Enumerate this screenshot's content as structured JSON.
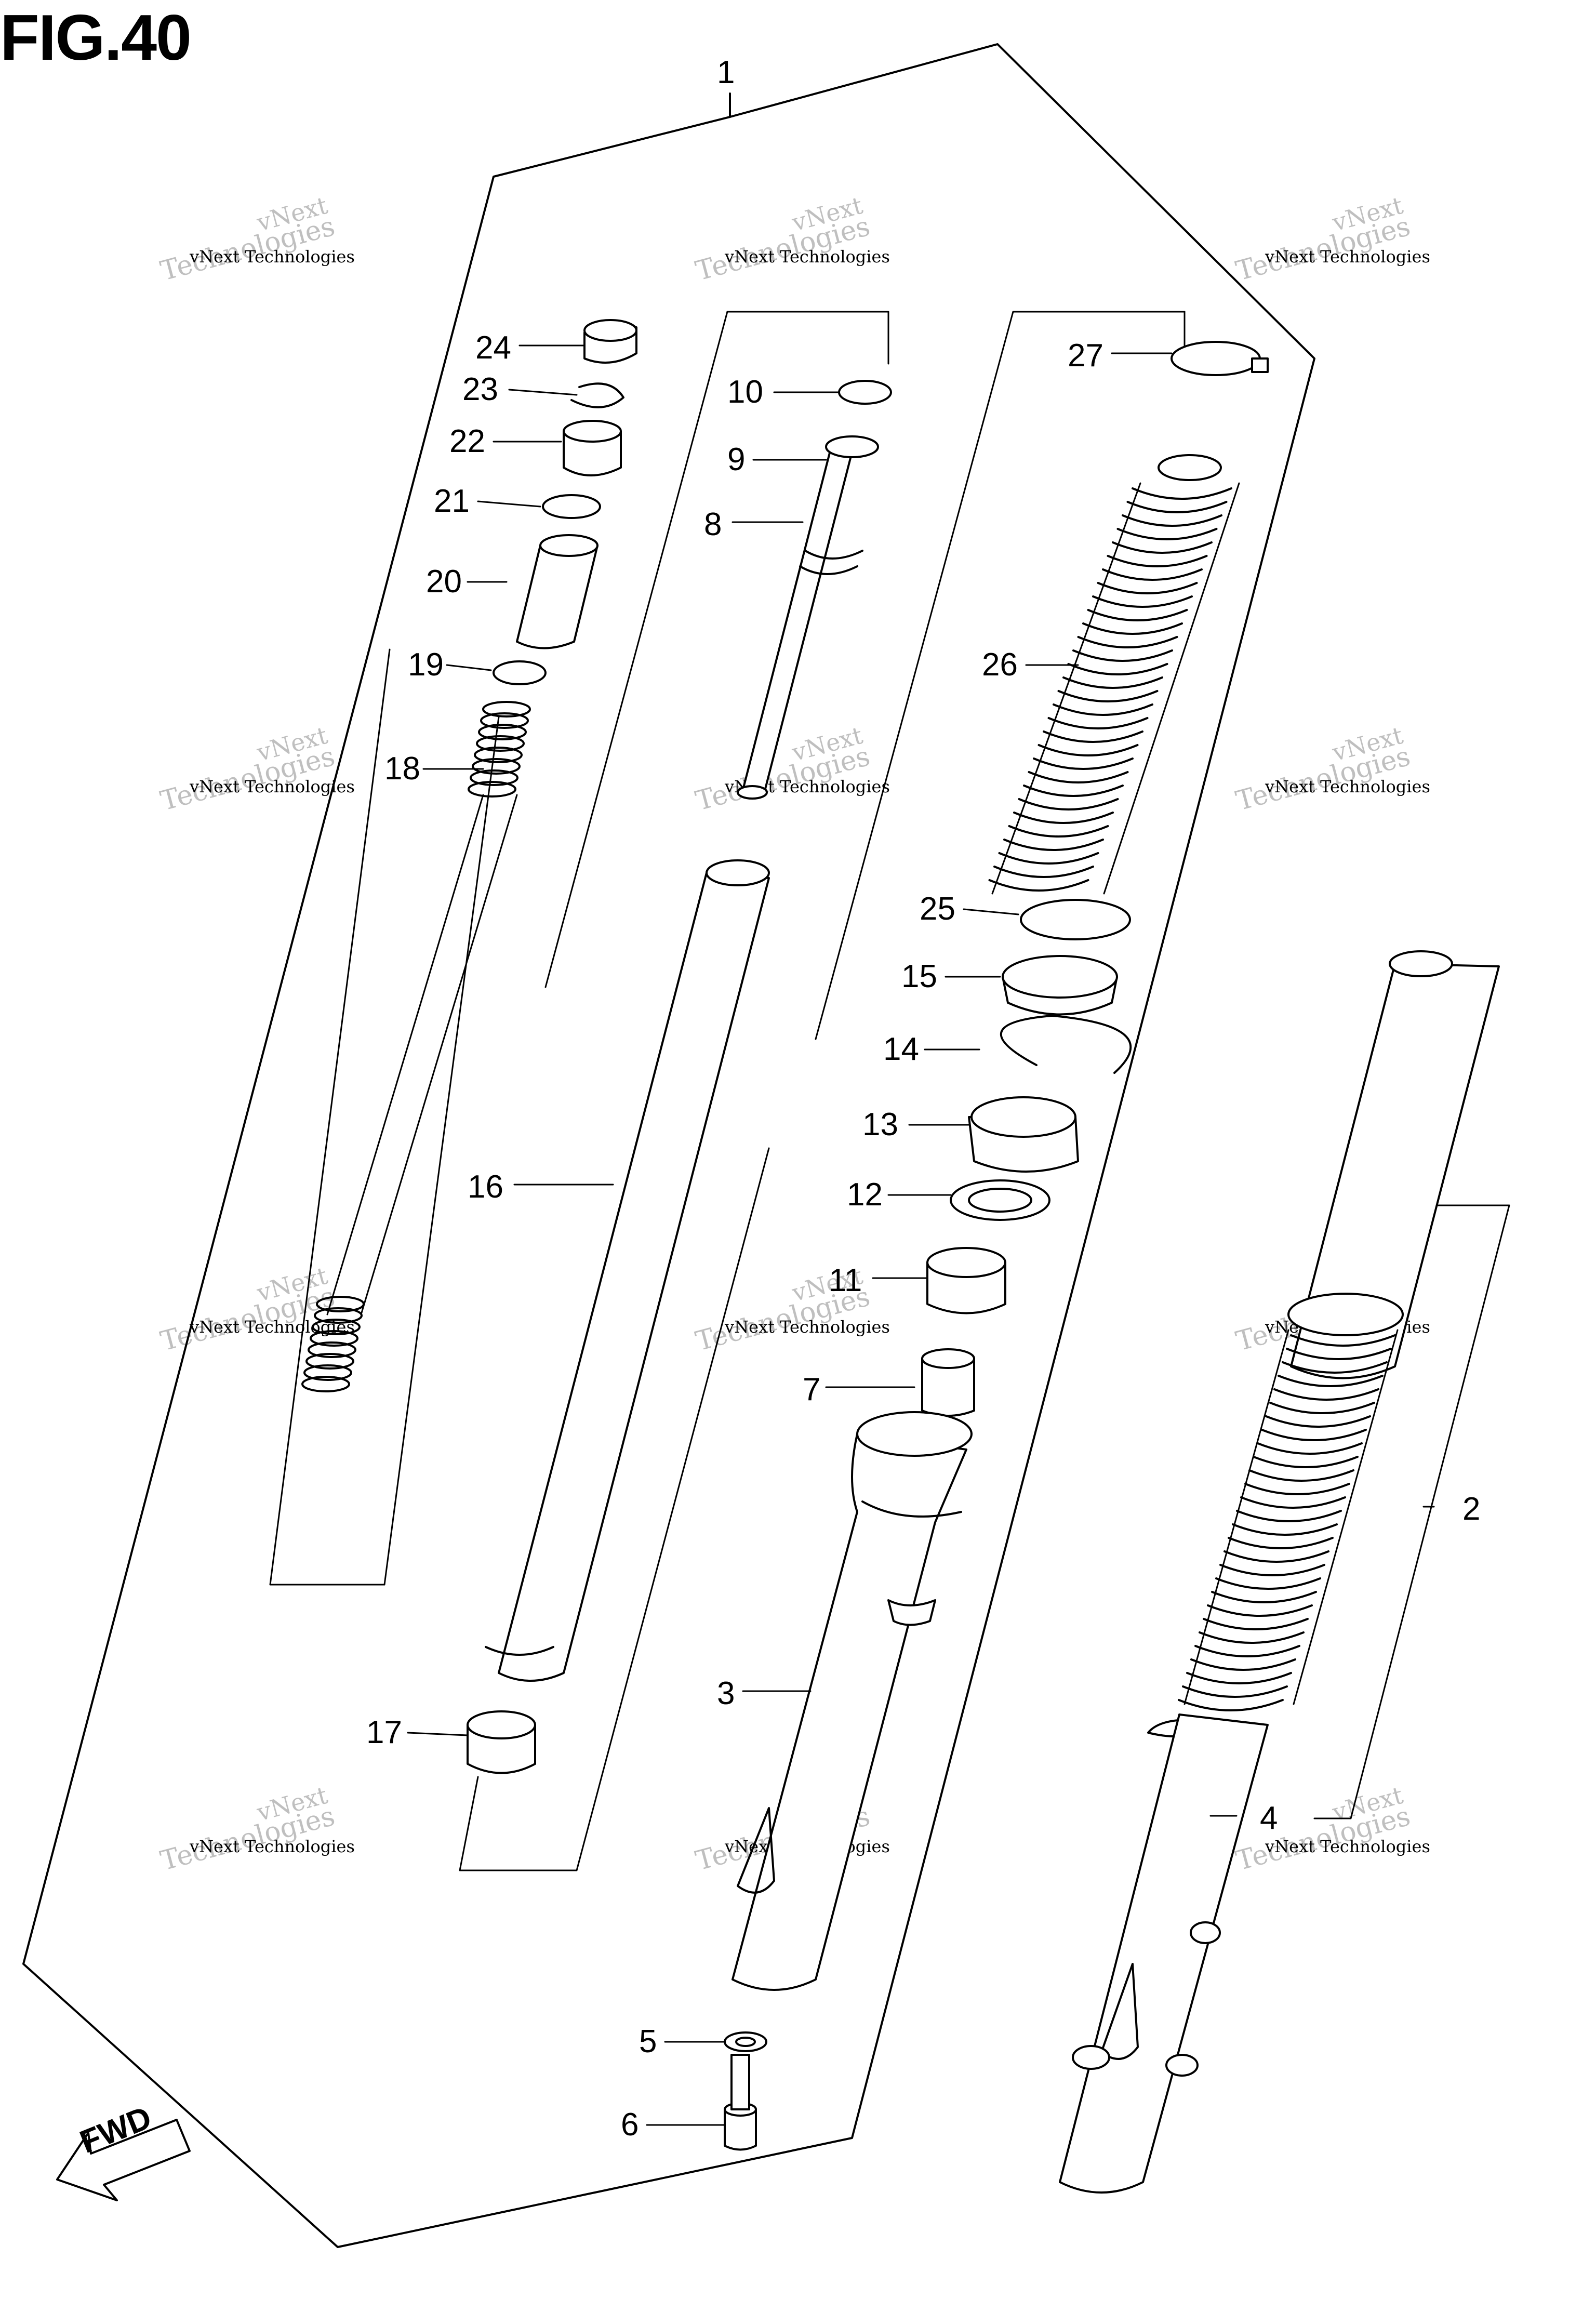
{
  "figure": {
    "title": "FIG.40",
    "direction_label": "FWD",
    "watermark": {
      "line1": "vNext",
      "line2": "Technologies",
      "line3": "vNext Technologies"
    }
  },
  "callouts": [
    {
      "id": "1",
      "label": "1"
    },
    {
      "id": "2",
      "label": "2"
    },
    {
      "id": "3",
      "label": "3"
    },
    {
      "id": "4",
      "label": "4"
    },
    {
      "id": "5",
      "label": "5"
    },
    {
      "id": "6",
      "label": "6"
    },
    {
      "id": "7",
      "label": "7"
    },
    {
      "id": "8",
      "label": "8"
    },
    {
      "id": "9",
      "label": "9"
    },
    {
      "id": "10",
      "label": "10"
    },
    {
      "id": "11",
      "label": "11"
    },
    {
      "id": "12",
      "label": "12"
    },
    {
      "id": "13",
      "label": "13"
    },
    {
      "id": "14",
      "label": "14"
    },
    {
      "id": "15",
      "label": "15"
    },
    {
      "id": "16",
      "label": "16"
    },
    {
      "id": "17",
      "label": "17"
    },
    {
      "id": "18",
      "label": "18"
    },
    {
      "id": "19",
      "label": "19"
    },
    {
      "id": "20",
      "label": "20"
    },
    {
      "id": "21",
      "label": "21"
    },
    {
      "id": "22",
      "label": "22"
    },
    {
      "id": "23",
      "label": "23"
    },
    {
      "id": "24",
      "label": "24"
    },
    {
      "id": "25",
      "label": "25"
    },
    {
      "id": "26",
      "label": "26"
    },
    {
      "id": "27",
      "label": "27"
    }
  ]
}
